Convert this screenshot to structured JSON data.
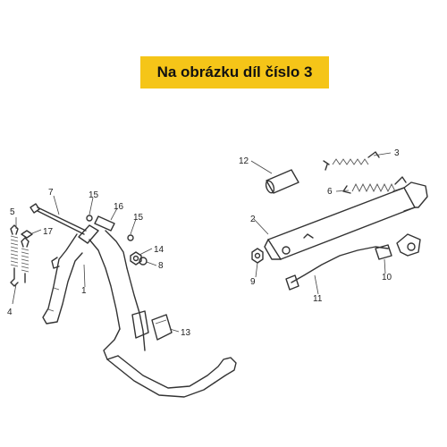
{
  "banner": {
    "text": "Na obrázku díl číslo 3"
  },
  "callouts": [
    "1",
    "2",
    "3",
    "4",
    "5",
    "6",
    "7",
    "8",
    "9",
    "10",
    "11",
    "12",
    "13",
    "14",
    "15",
    "15",
    "16",
    "17"
  ]
}
